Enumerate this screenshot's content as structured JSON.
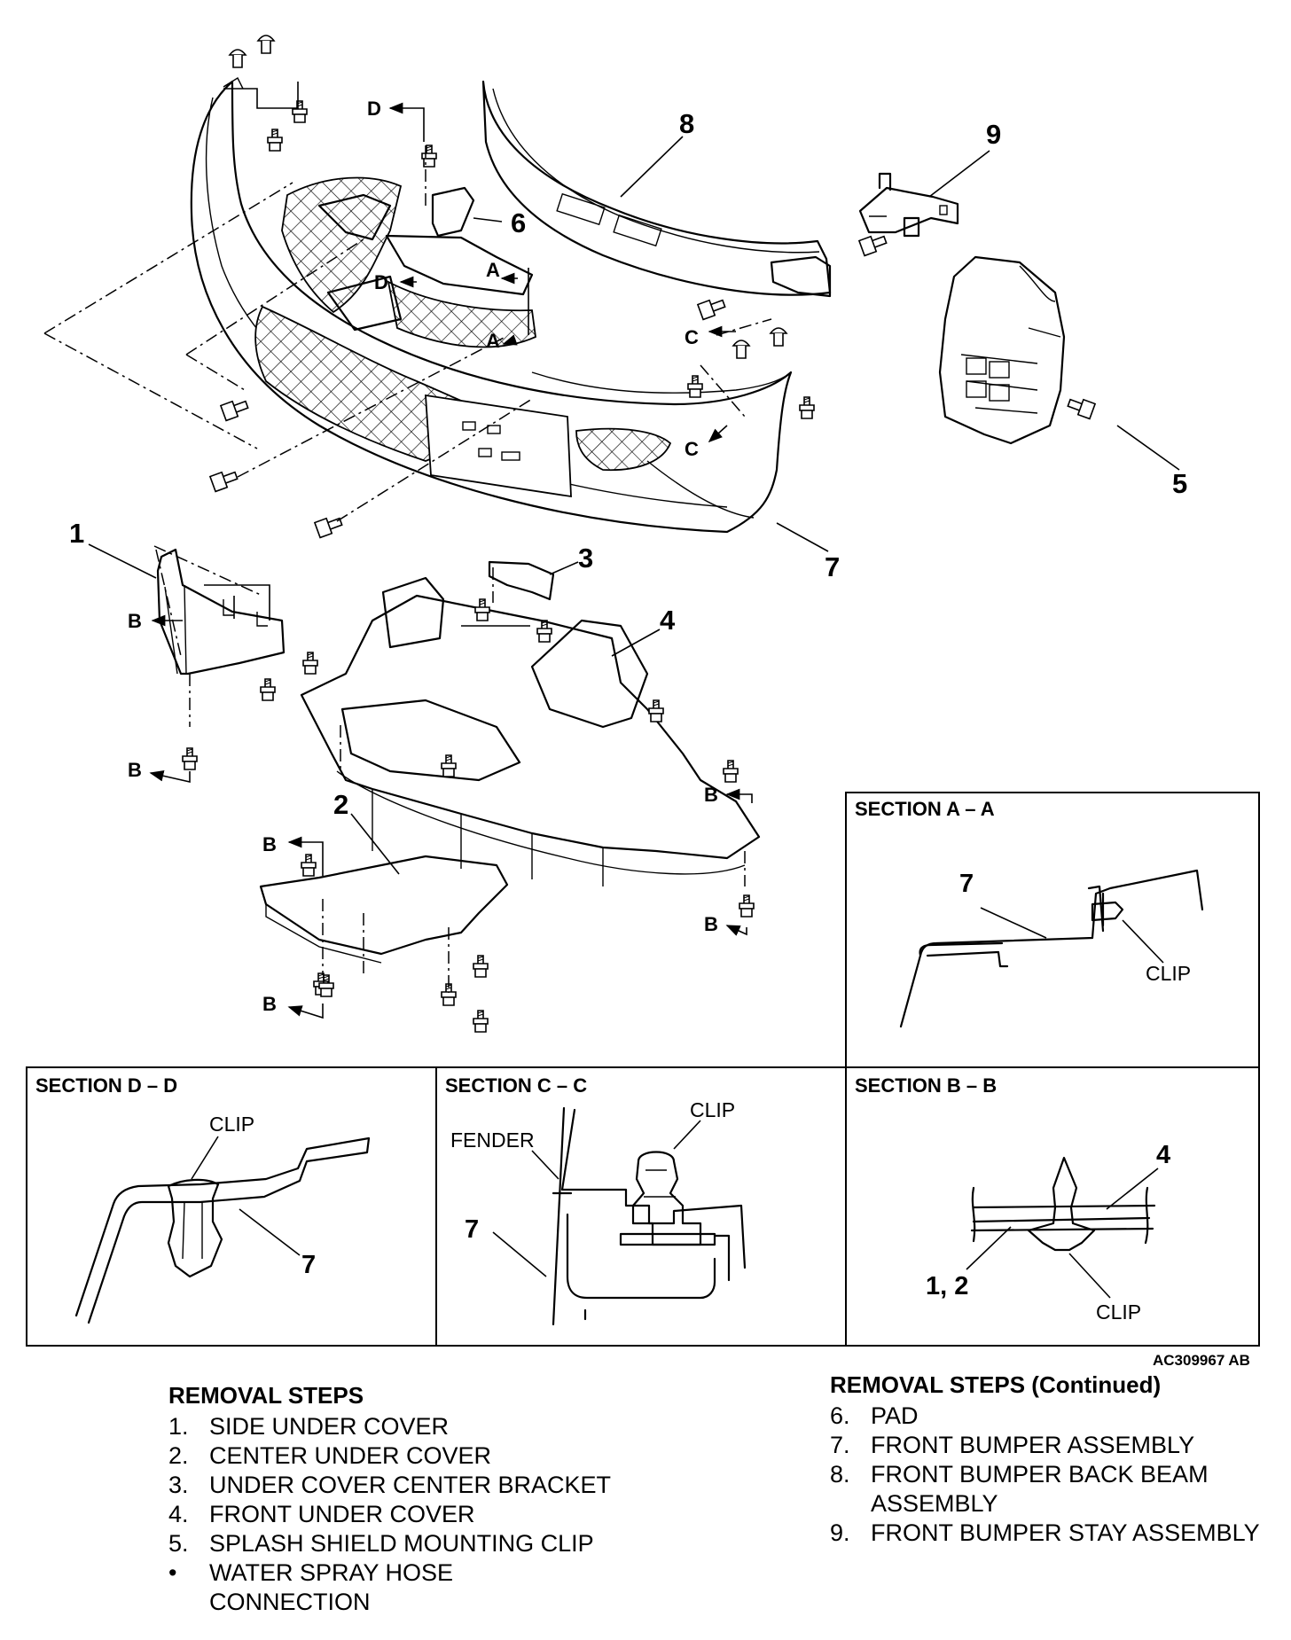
{
  "diagram": {
    "callouts": [
      "1",
      "2",
      "3",
      "4",
      "5",
      "6",
      "7",
      "8",
      "9"
    ],
    "arrow_labels": {
      "a": "A",
      "b": "B",
      "c": "C",
      "d": "D"
    },
    "figure_code": "AC309967 AB"
  },
  "sections": {
    "aa": {
      "title": "SECTION A – A",
      "part": "7",
      "clip": "CLIP"
    },
    "dd": {
      "title": "SECTION D – D",
      "clip": "CLIP",
      "part": "7"
    },
    "cc": {
      "title": "SECTION C – C",
      "clip": "CLIP",
      "fender": "FENDER",
      "part": "7"
    },
    "bb": {
      "title": "SECTION B – B",
      "part_top": "4",
      "part_bottom": "1, 2",
      "clip": "CLIP"
    }
  },
  "removal_steps": {
    "heading": "REMOVAL STEPS",
    "items": [
      {
        "no": "1.",
        "text": "SIDE UNDER COVER"
      },
      {
        "no": "2.",
        "text": "CENTER UNDER COVER"
      },
      {
        "no": "3.",
        "text": "UNDER COVER CENTER BRACKET"
      },
      {
        "no": "4.",
        "text": "FRONT UNDER COVER"
      },
      {
        "no": "5.",
        "text": "SPLASH SHIELD MOUNTING CLIP"
      },
      {
        "no": "•",
        "text": "WATER SPRAY HOSE CONNECTION"
      }
    ]
  },
  "removal_steps_continued": {
    "heading": "REMOVAL STEPS (Continued)",
    "items": [
      {
        "no": "6.",
        "text": "PAD"
      },
      {
        "no": "7.",
        "text": "FRONT BUMPER ASSEMBLY"
      },
      {
        "no": "8.",
        "text": "FRONT BUMPER BACK BEAM ASSEMBLY"
      },
      {
        "no": "9.",
        "text": "FRONT BUMPER STAY ASSEMBLY"
      }
    ]
  }
}
